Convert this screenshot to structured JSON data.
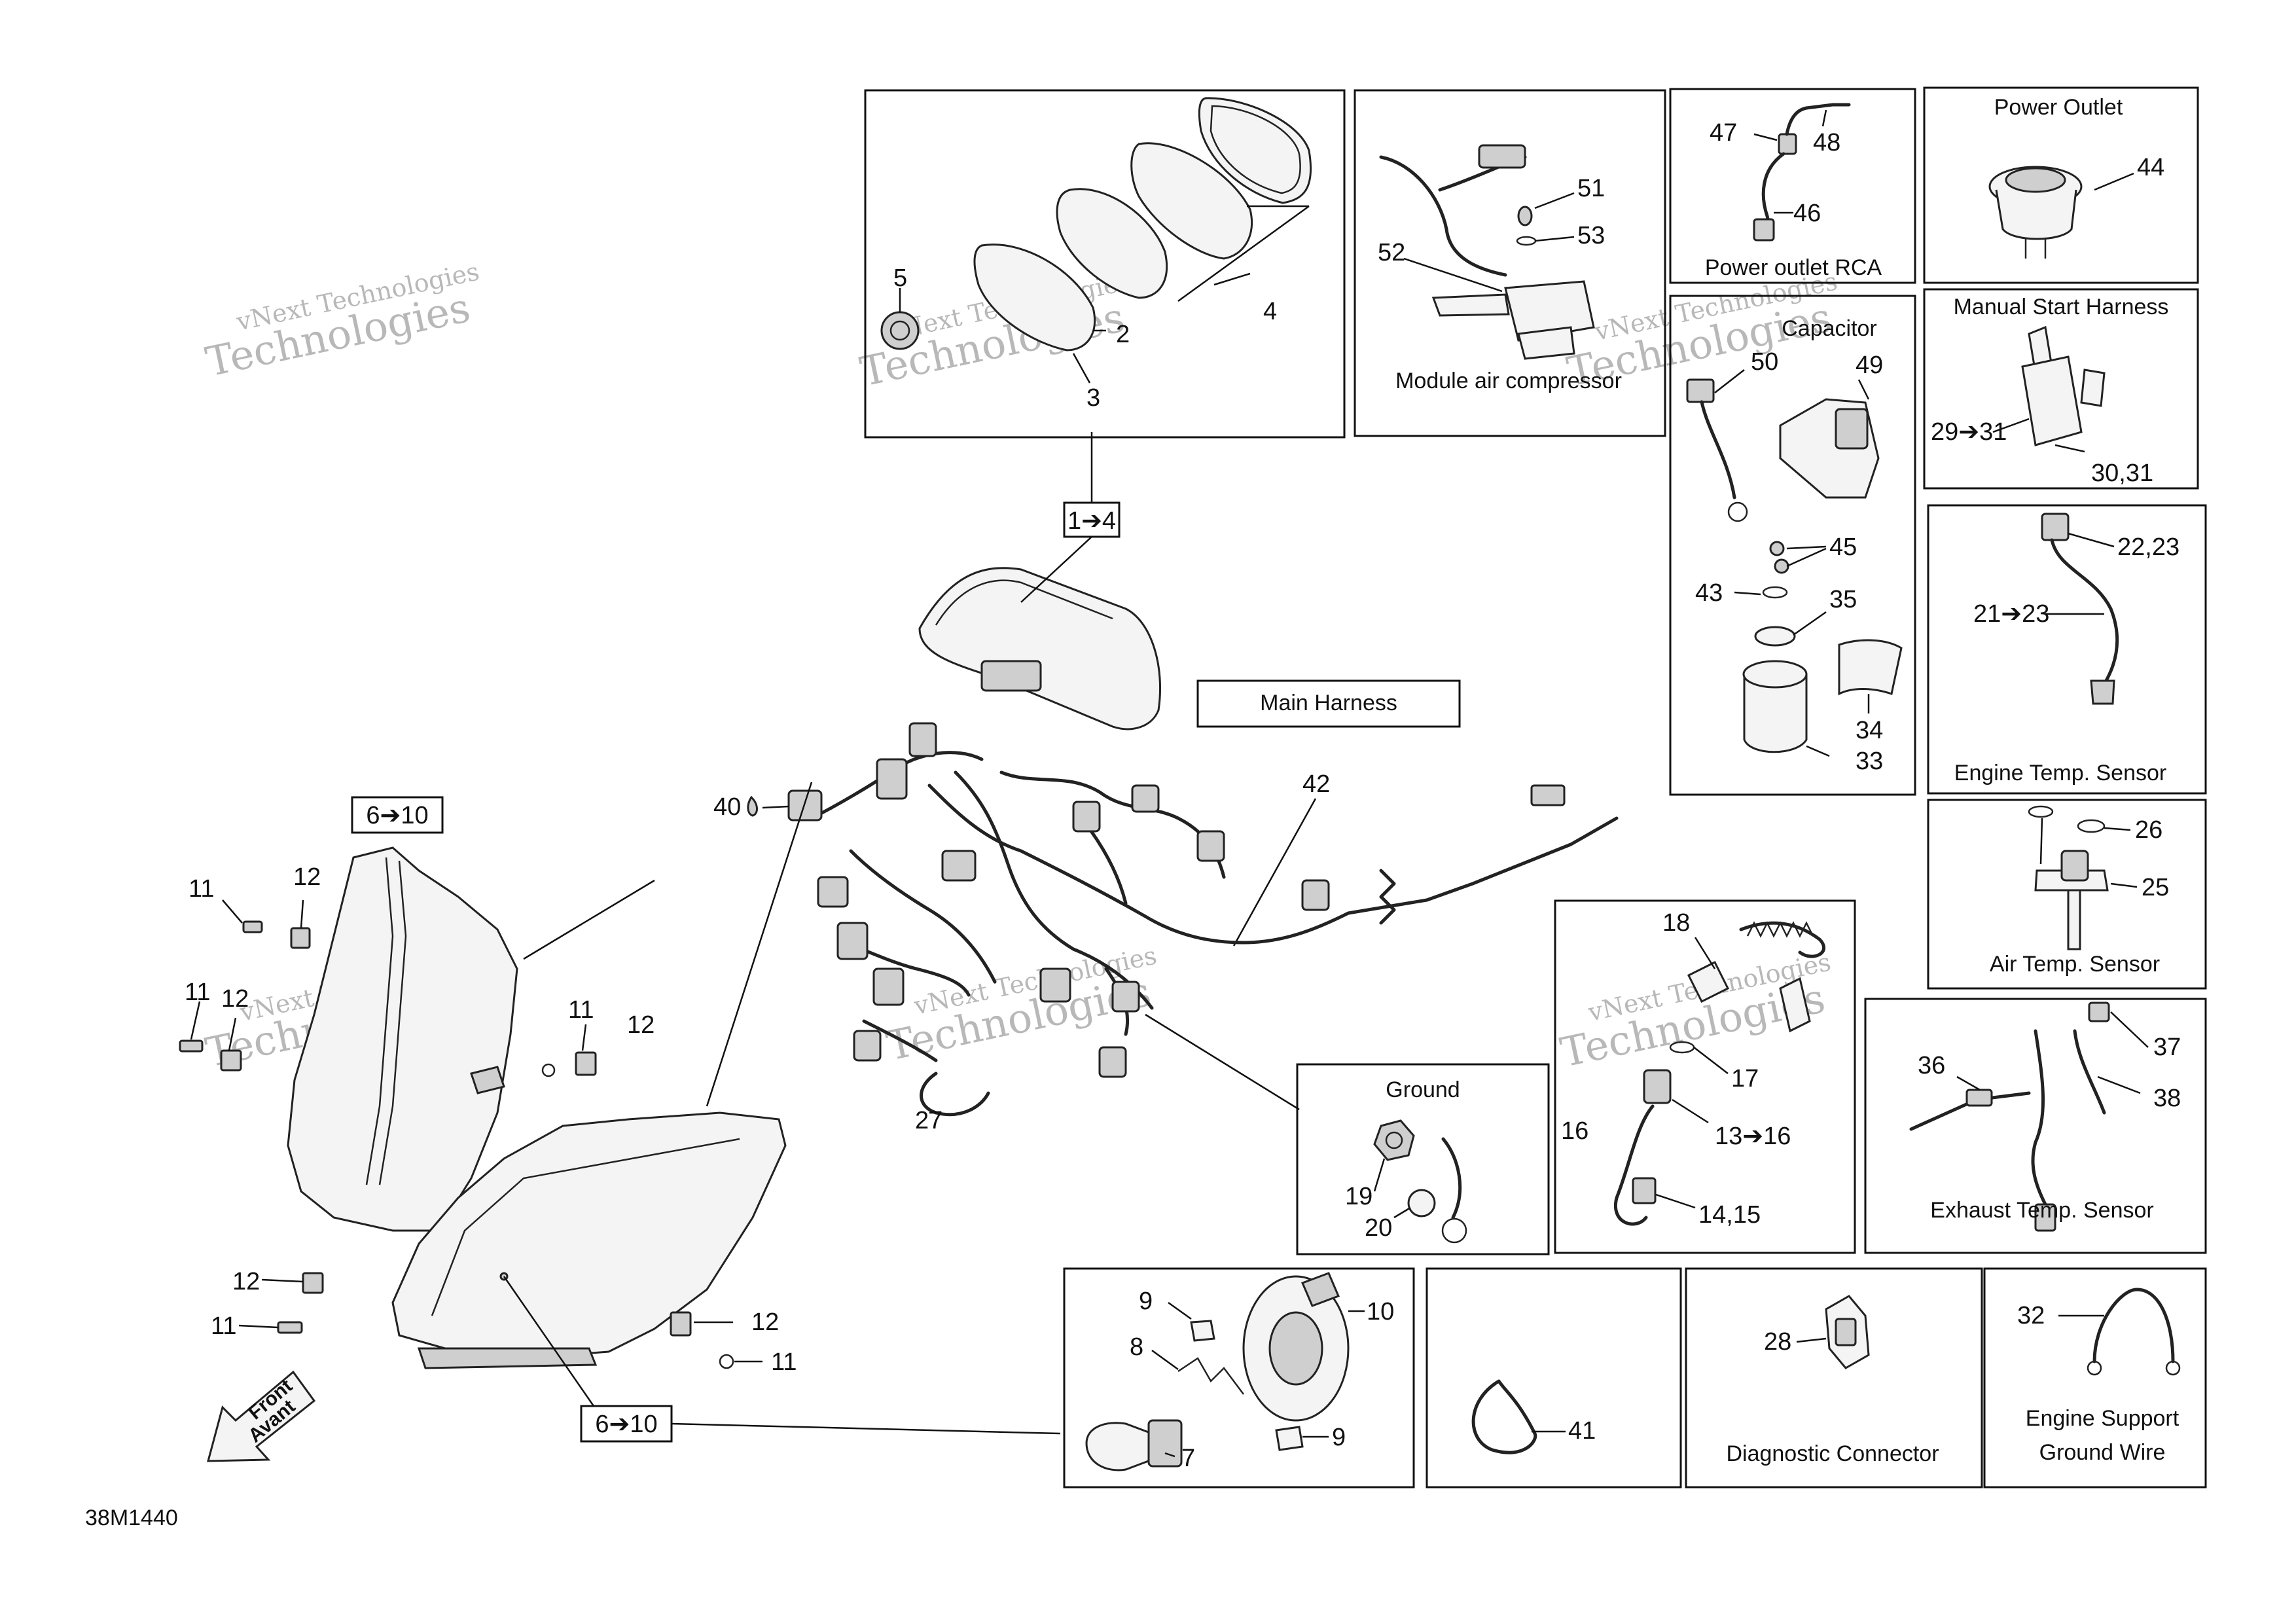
{
  "drawing_number": "38M1440",
  "watermark": {
    "line1": "vNext Technologies",
    "line2": "Technologies"
  },
  "group_labels": {
    "gauge": "1➔4",
    "headlight_upper": "6➔10",
    "headlight_lower": "6➔10",
    "main_harness": "Main Harness"
  },
  "front_arrow": {
    "line1": "Front",
    "line2": "Avant"
  },
  "panels": {
    "module_air": {
      "caption": "Module air compressor"
    },
    "power_rca": {
      "caption": "Power outlet RCA"
    },
    "power_outlet": {
      "title": "Power Outlet"
    },
    "capacitor": {
      "title": "Capacitor"
    },
    "manual_start": {
      "title": "Manual Start Harness"
    },
    "engine_temp": {
      "caption": "Engine Temp. Sensor"
    },
    "air_temp": {
      "caption": "Air Temp. Sensor"
    },
    "ground": {
      "title": "Ground"
    },
    "exhaust_temp": {
      "caption": "Exhaust Temp. Sensor"
    },
    "diagnostic": {
      "caption": "Diagnostic Connector"
    },
    "support_wire": {
      "line1": "Engine Support",
      "line2": "Ground Wire"
    }
  },
  "callouts": {
    "c2": "2",
    "c3": "3",
    "c4": "4",
    "c5": "5",
    "c51": "51",
    "c52": "52",
    "c53": "53",
    "c46": "46",
    "c47": "47",
    "c48": "48",
    "c44": "44",
    "c49": "49",
    "c50": "50",
    "c45": "45",
    "c43": "43",
    "c35": "35",
    "c34": "34",
    "c33": "33",
    "c29_31": "29➔31",
    "c30_31": "30,31",
    "c22_23": "22,23",
    "c21_23": "21➔23",
    "c25": "25",
    "c26": "26",
    "c36": "36",
    "c37": "37",
    "c38": "38",
    "c18": "18",
    "c17": "17",
    "c16": "16",
    "c13_16": "13➔16",
    "c14_15": "14,15",
    "c19": "19",
    "c20": "20",
    "c40": "40",
    "c42": "42",
    "c27": "27",
    "c11a": "11",
    "c12a": "12",
    "c11b": "11",
    "c12b": "12",
    "c11c": "11",
    "c12c": "12",
    "c12d": "12",
    "c11d": "11",
    "c12e": "12",
    "c11e": "11",
    "c9a": "9",
    "c10": "10",
    "c8": "8",
    "c7": "7",
    "c9b": "9",
    "c41": "41",
    "c28": "28",
    "c32": "32"
  }
}
